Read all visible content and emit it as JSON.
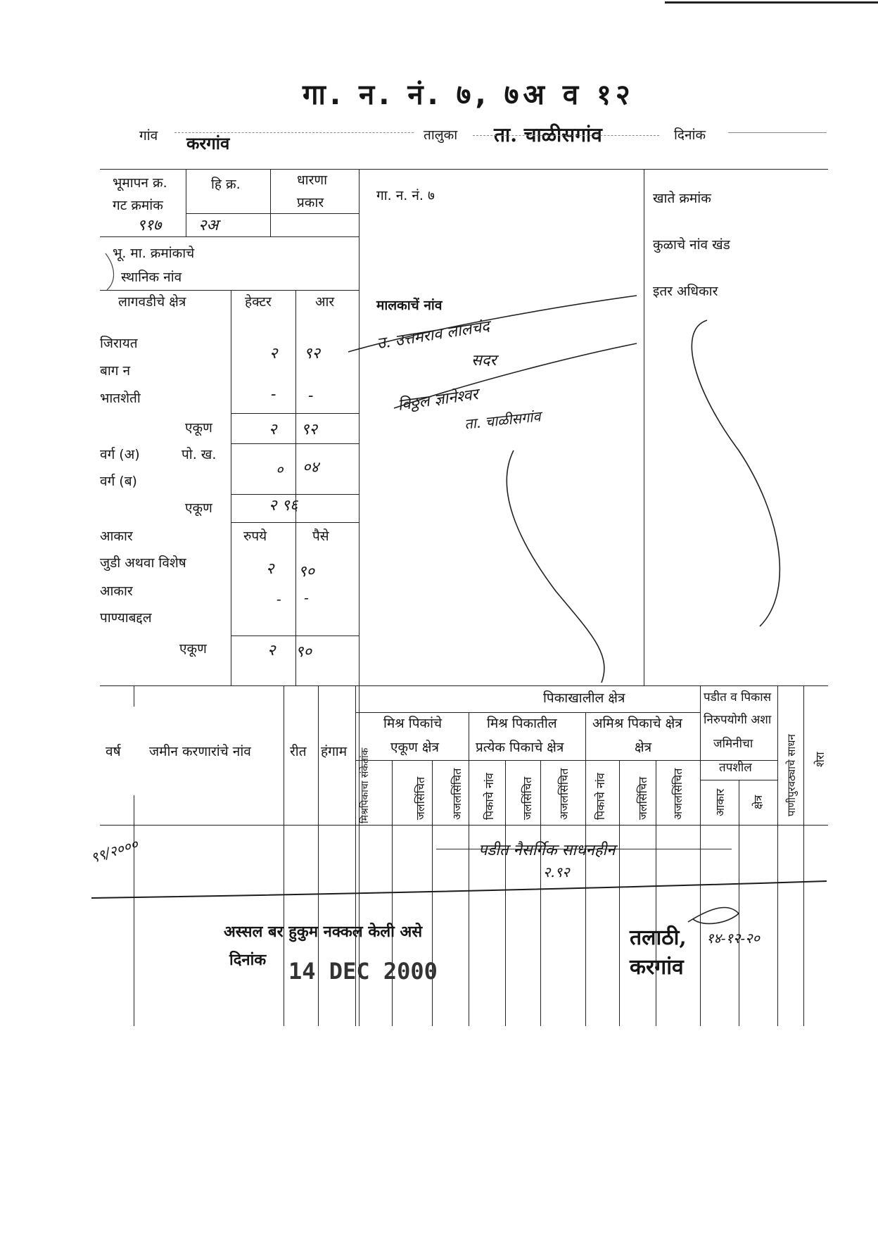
{
  "header": {
    "title": "गा. न. नं. ७, ७अ व १२",
    "gaon_label": "गांव",
    "gaon_value": "करगांव",
    "taluka_label": "तालुका",
    "taluka_value": "ता. चाळीसगांव",
    "dinank_label": "दिनांक"
  },
  "survey": {
    "bhumapan_label": "भूमापन क्र.",
    "gat_label": "गट क्रमांक",
    "hi_kra_label": "हि क्र.",
    "dharana_label": "धारणा",
    "prakar_label": "प्रकार",
    "survey_no_value": "९१७",
    "hissa_value": "२अ",
    "local_name_label1": "भू. मा. क्रमांकाचे",
    "local_name_label2": "स्थानिक नांव"
  },
  "area": {
    "title": "लागवडीचे क्षेत्र",
    "hectare_label": "हेक्टर",
    "aar_label": "आर",
    "rows": {
      "jirayat": {
        "label": "जिरायत",
        "hectare": "२",
        "aar": "९२"
      },
      "bagayat": {
        "label": "बाग न"
      },
      "bhatsheti": {
        "label": "भातशेती",
        "hectare": "-",
        "aar": "-"
      },
      "total1": {
        "label": "एकूण",
        "hectare": "२",
        "aar": "९२"
      },
      "varga_a": {
        "label": "वर्ग (अ)",
        "sub": "पो. ख.",
        "hectare": "०",
        "aar": "०४"
      },
      "varga_b": {
        "label": "वर्ग (ब)"
      },
      "total2": {
        "label": "एकूण",
        "value": "२ ९६"
      }
    }
  },
  "akar": {
    "label": "आकार",
    "rupaye_label": "रुपये",
    "paise_label": "पैसे",
    "judi_label": "जुडी अथवा विशेष",
    "akar2_label": "आकार",
    "panya_label": "पाण्याबद्दल",
    "judi_rupaye": "२",
    "judi_paise": "९०",
    "akar2_rupaye": "-",
    "akar2_paise": "-",
    "total_label": "एकूण",
    "total_rupaye": "२",
    "total_paise": "९०"
  },
  "form7": {
    "label": "गा. न. नं. ७",
    "owner_label": "मालकाचें नांव",
    "owner_line1": "उ. उत्तमराव लालचंद",
    "owner_line2": "सदर",
    "owner_line3": "विठ्ठल ज्ञानेश्वर",
    "owner_line4": "ता. चाळीसगांव"
  },
  "right": {
    "khata_label": "खाते क्रमांक",
    "kul_label": "कुळाचे नांव खंड",
    "itar_label": "इतर अधिकार"
  },
  "form12": {
    "varsh": "वर्ष",
    "jamin_karnaranche_nav": "जमीन करणारांचे नांव",
    "reet": "रीत",
    "hangam": "हंगाम",
    "pikakhalil": "पिकाखालील क्षेत्र",
    "mishra_ekun1": "मिश्र पिकांचे",
    "mishra_ekun2": "एकूण क्षेत्र",
    "mishra_pratyek1": "मिश्र पिकातील",
    "mishra_pratyek2": "प्रत्येक पिकाचे क्षेत्र",
    "amishra1": "अमिश्र पिकाचे क्षेत्र",
    "amishra2": "क्षेत्र",
    "padit1": "पडीत व पिकास",
    "padit2": "निरुपयोगी अशा",
    "padit3": "जमिनीचा",
    "padit4": "तपशील",
    "sub": [
      "मिश्रपिकाचा संकेतांक",
      "जलसिंचित",
      "अजलसिंचित",
      "पिकाचे नांव",
      "जलसिंचित",
      "अजलसिंचित",
      "पिकाचे नांव",
      "जलसिंचित",
      "अजलसिंचित",
      "आकार",
      "क्षेत्र"
    ],
    "panipurvatha": "पाणीपुरवठ्याचे साधन",
    "shera": "शेरा",
    "entry_year": "९९/२०००",
    "entry_text": "पडीत नैसर्गिक साधनहीन",
    "entry_area": "२.९२"
  },
  "certification": {
    "asal_line": "अस्सल बर हुकुम नक्कल केली असे",
    "dinank_label": "दिनांक",
    "date_value": "14 DEC 2000",
    "talathi": "तलाठी,",
    "village": "करगांव",
    "sign_date": "१४-१२-२०"
  }
}
